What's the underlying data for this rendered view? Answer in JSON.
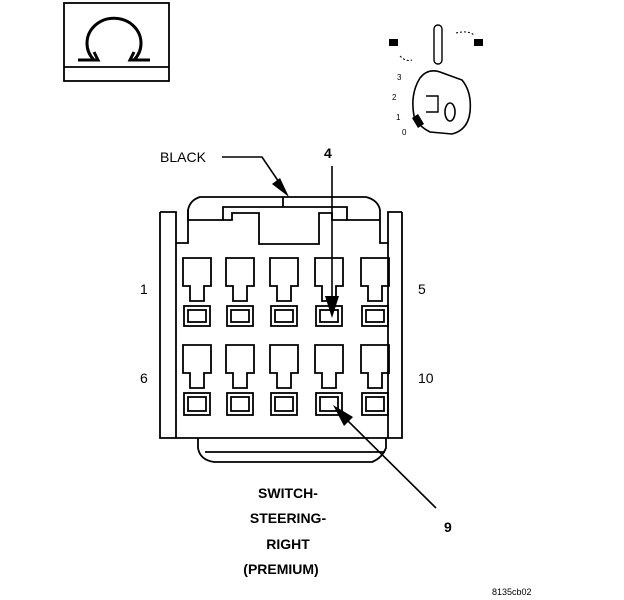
{
  "labels": {
    "color": "BLACK",
    "pin_4": "4",
    "pin_9": "9",
    "pin_1": "1",
    "pin_5": "5",
    "pin_6": "6",
    "pin_10": "10",
    "title_line1": "SWITCH-",
    "title_line2": "STEERING-",
    "title_line3": "RIGHT",
    "title_line4": "(PREMIUM)",
    "figure_id": "8135cb02"
  },
  "key_positions": [
    "3",
    "2",
    "1",
    "0"
  ],
  "colors": {
    "ink": "#000000",
    "background": "#ffffff"
  },
  "icons": {
    "connector_symbol": "omega-connector-icon",
    "key_switch": "ignition-key-icon"
  }
}
